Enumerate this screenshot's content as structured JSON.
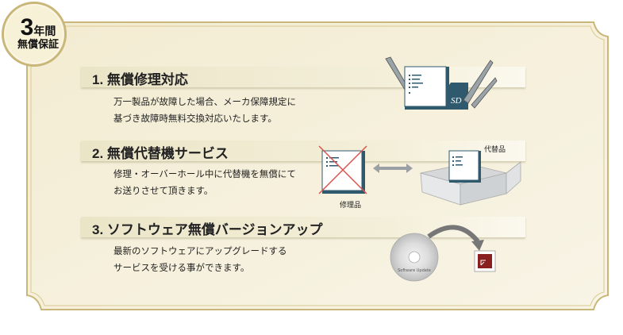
{
  "badge": {
    "number": "3",
    "unit": "年間",
    "line2": "無償保証"
  },
  "sections": [
    {
      "title": "1. 無償修理対応",
      "desc": [
        "万一製品が故障した場合、メーカ保障規定に",
        "基づき故障時無料交換対応いたします。"
      ]
    },
    {
      "title": "2. 無償代替機サービス",
      "desc": [
        "修理・オーバーホール中に代替機を無償にて",
        "お送りさせて頂きます。"
      ]
    },
    {
      "title": "3. ソフトウェア無償バージョンアップ",
      "desc": [
        "最新のソフトウェアにアップグレードする",
        "サービスを受ける事ができます。"
      ]
    }
  ],
  "illustrations": {
    "sd_label": "SD",
    "repair_caption": "修理品",
    "replacement_caption": "代替品",
    "cd_label": "Software Update"
  },
  "colors": {
    "frame_gold": "#c9b77a",
    "panel": "#f5efd6",
    "device": "#2f5a6e",
    "cross": "#d9534f",
    "update_box": "#8a1f1f"
  }
}
